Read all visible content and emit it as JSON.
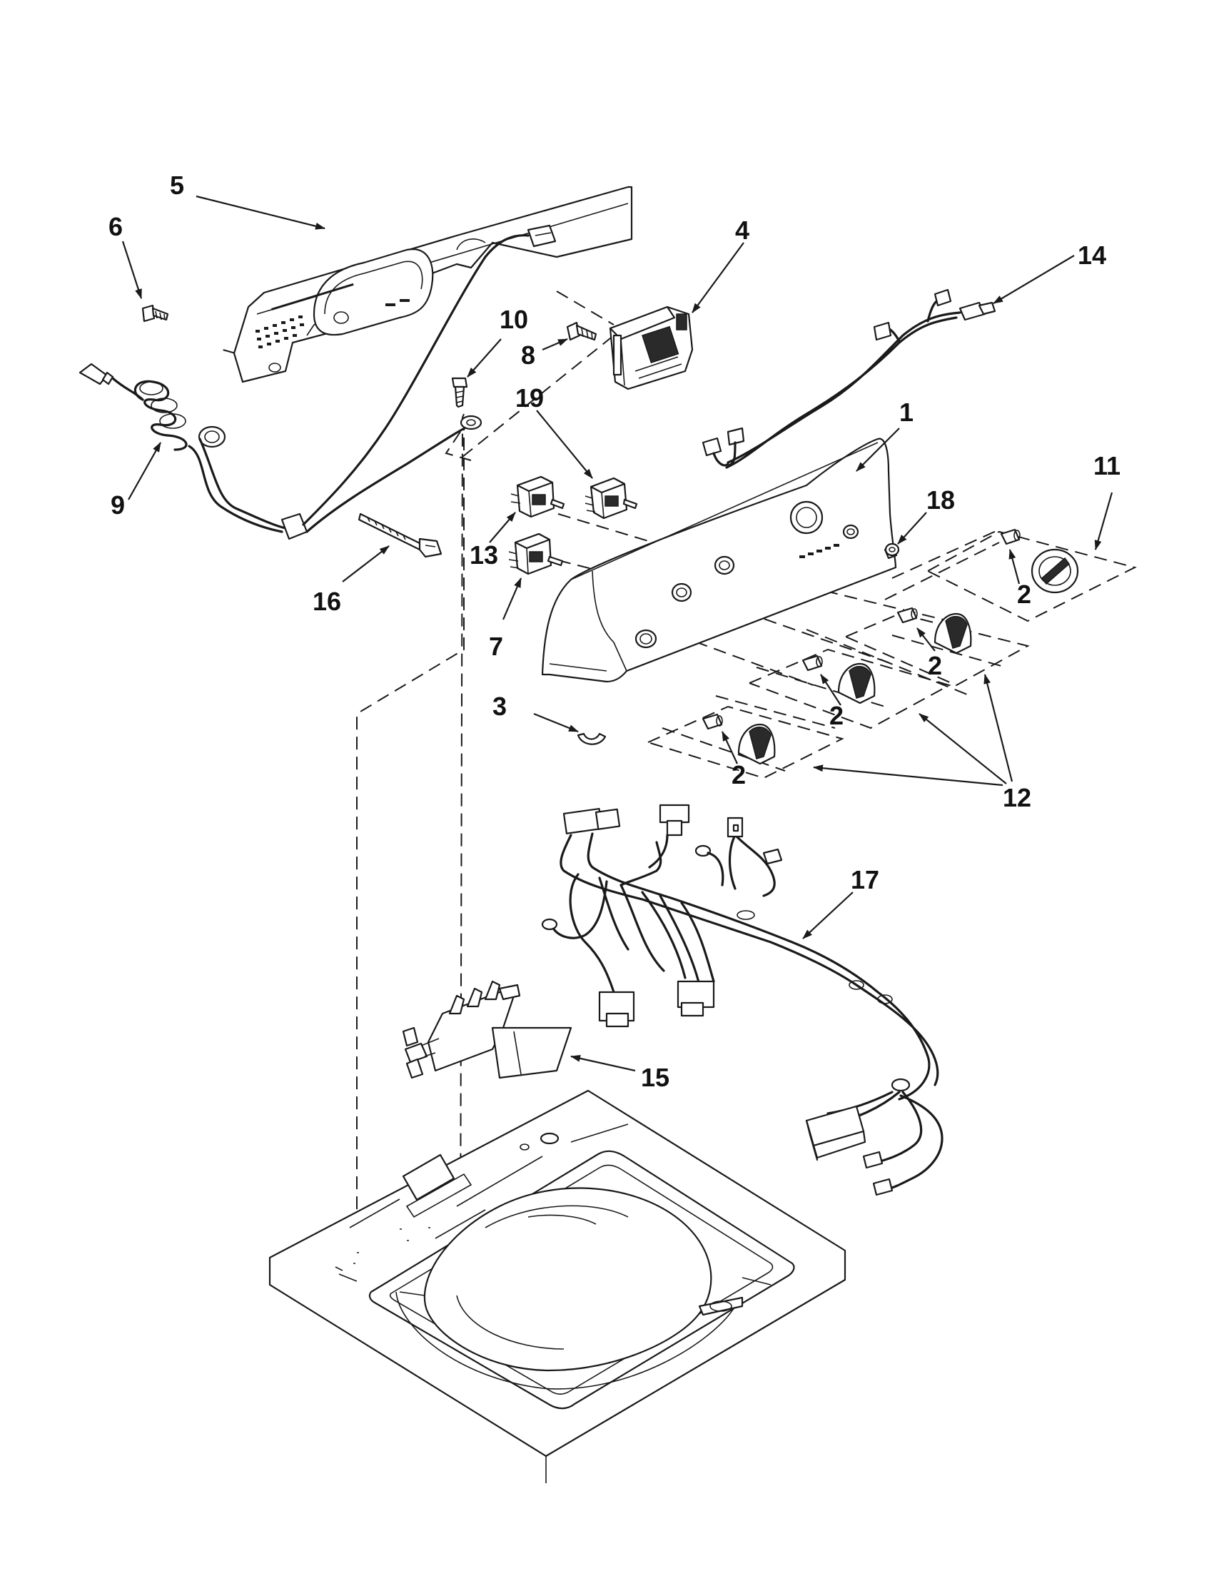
{
  "callouts": {
    "c1": "1",
    "c2a": "2",
    "c2b": "2",
    "c2c": "2",
    "c2d": "2",
    "c3": "3",
    "c4": "4",
    "c5": "5",
    "c6": "6",
    "c7": "7",
    "c8": "8",
    "c9": "9",
    "c10": "10",
    "c11": "11",
    "c12": "12",
    "c13": "13",
    "c14": "14",
    "c15": "15",
    "c16": "16",
    "c17": "17",
    "c18": "18",
    "c19": "19"
  },
  "colors": {
    "line": "#1a1a1a",
    "background": "#ffffff"
  }
}
